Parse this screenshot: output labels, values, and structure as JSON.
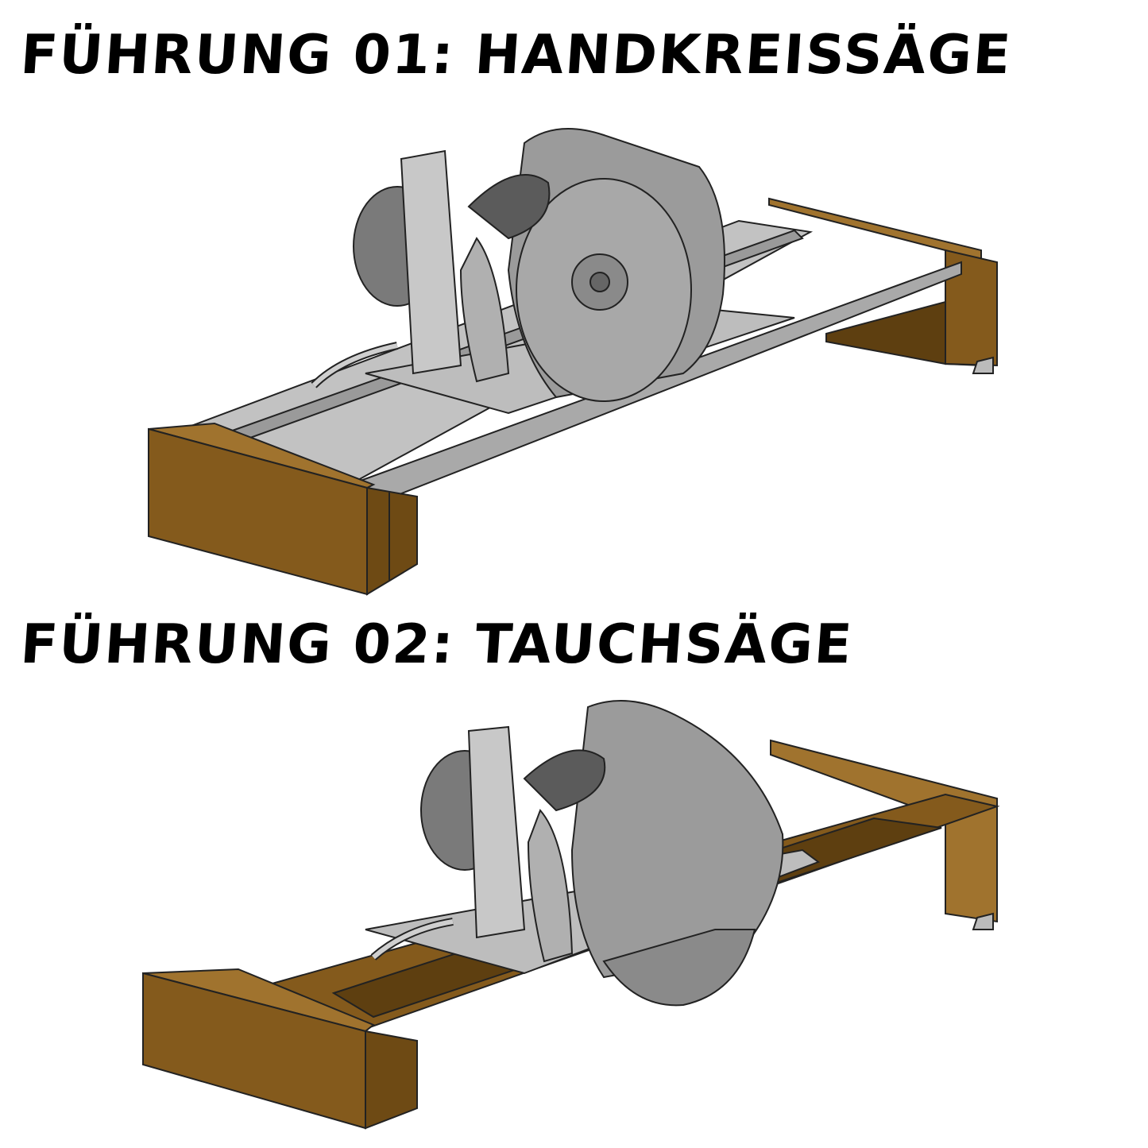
{
  "headings": {
    "first": "FÜHRUNG 01: HANDKREISSÄGE",
    "second": "FÜHRUNG 02: TAUCHSÄGE"
  },
  "colors": {
    "wood": "#845A1C",
    "wood_dark": "#5E3F10",
    "wood_light": "#A0732E",
    "rail": "#A9A9A9",
    "saw_body": "#8F8F8F",
    "saw_dark": "#5B5B5B",
    "outline": "#222222"
  },
  "icons": [
    "circular-saw-illustration",
    "plunge-saw-illustration",
    "wooden-guide-rail-illustration"
  ]
}
